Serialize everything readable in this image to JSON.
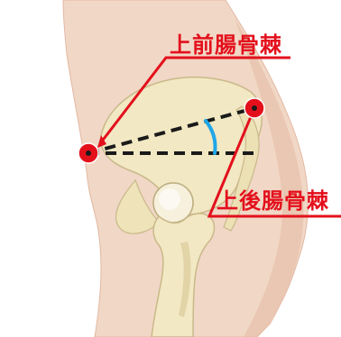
{
  "labels": {
    "asis": "上前腸骨棘",
    "psis": "上後腸骨棘"
  },
  "colors": {
    "skin": "#f1d7c6",
    "bone": "#f2e8c3",
    "bone_shadow": "#c9b98a",
    "marker": "#e3101c",
    "angle_arc": "#1fa6e8",
    "dashed_line": "#1a1a1a"
  },
  "icons": {
    "asis_marker": "red-dot",
    "psis_marker": "red-dot",
    "angle": "blue-arc"
  }
}
